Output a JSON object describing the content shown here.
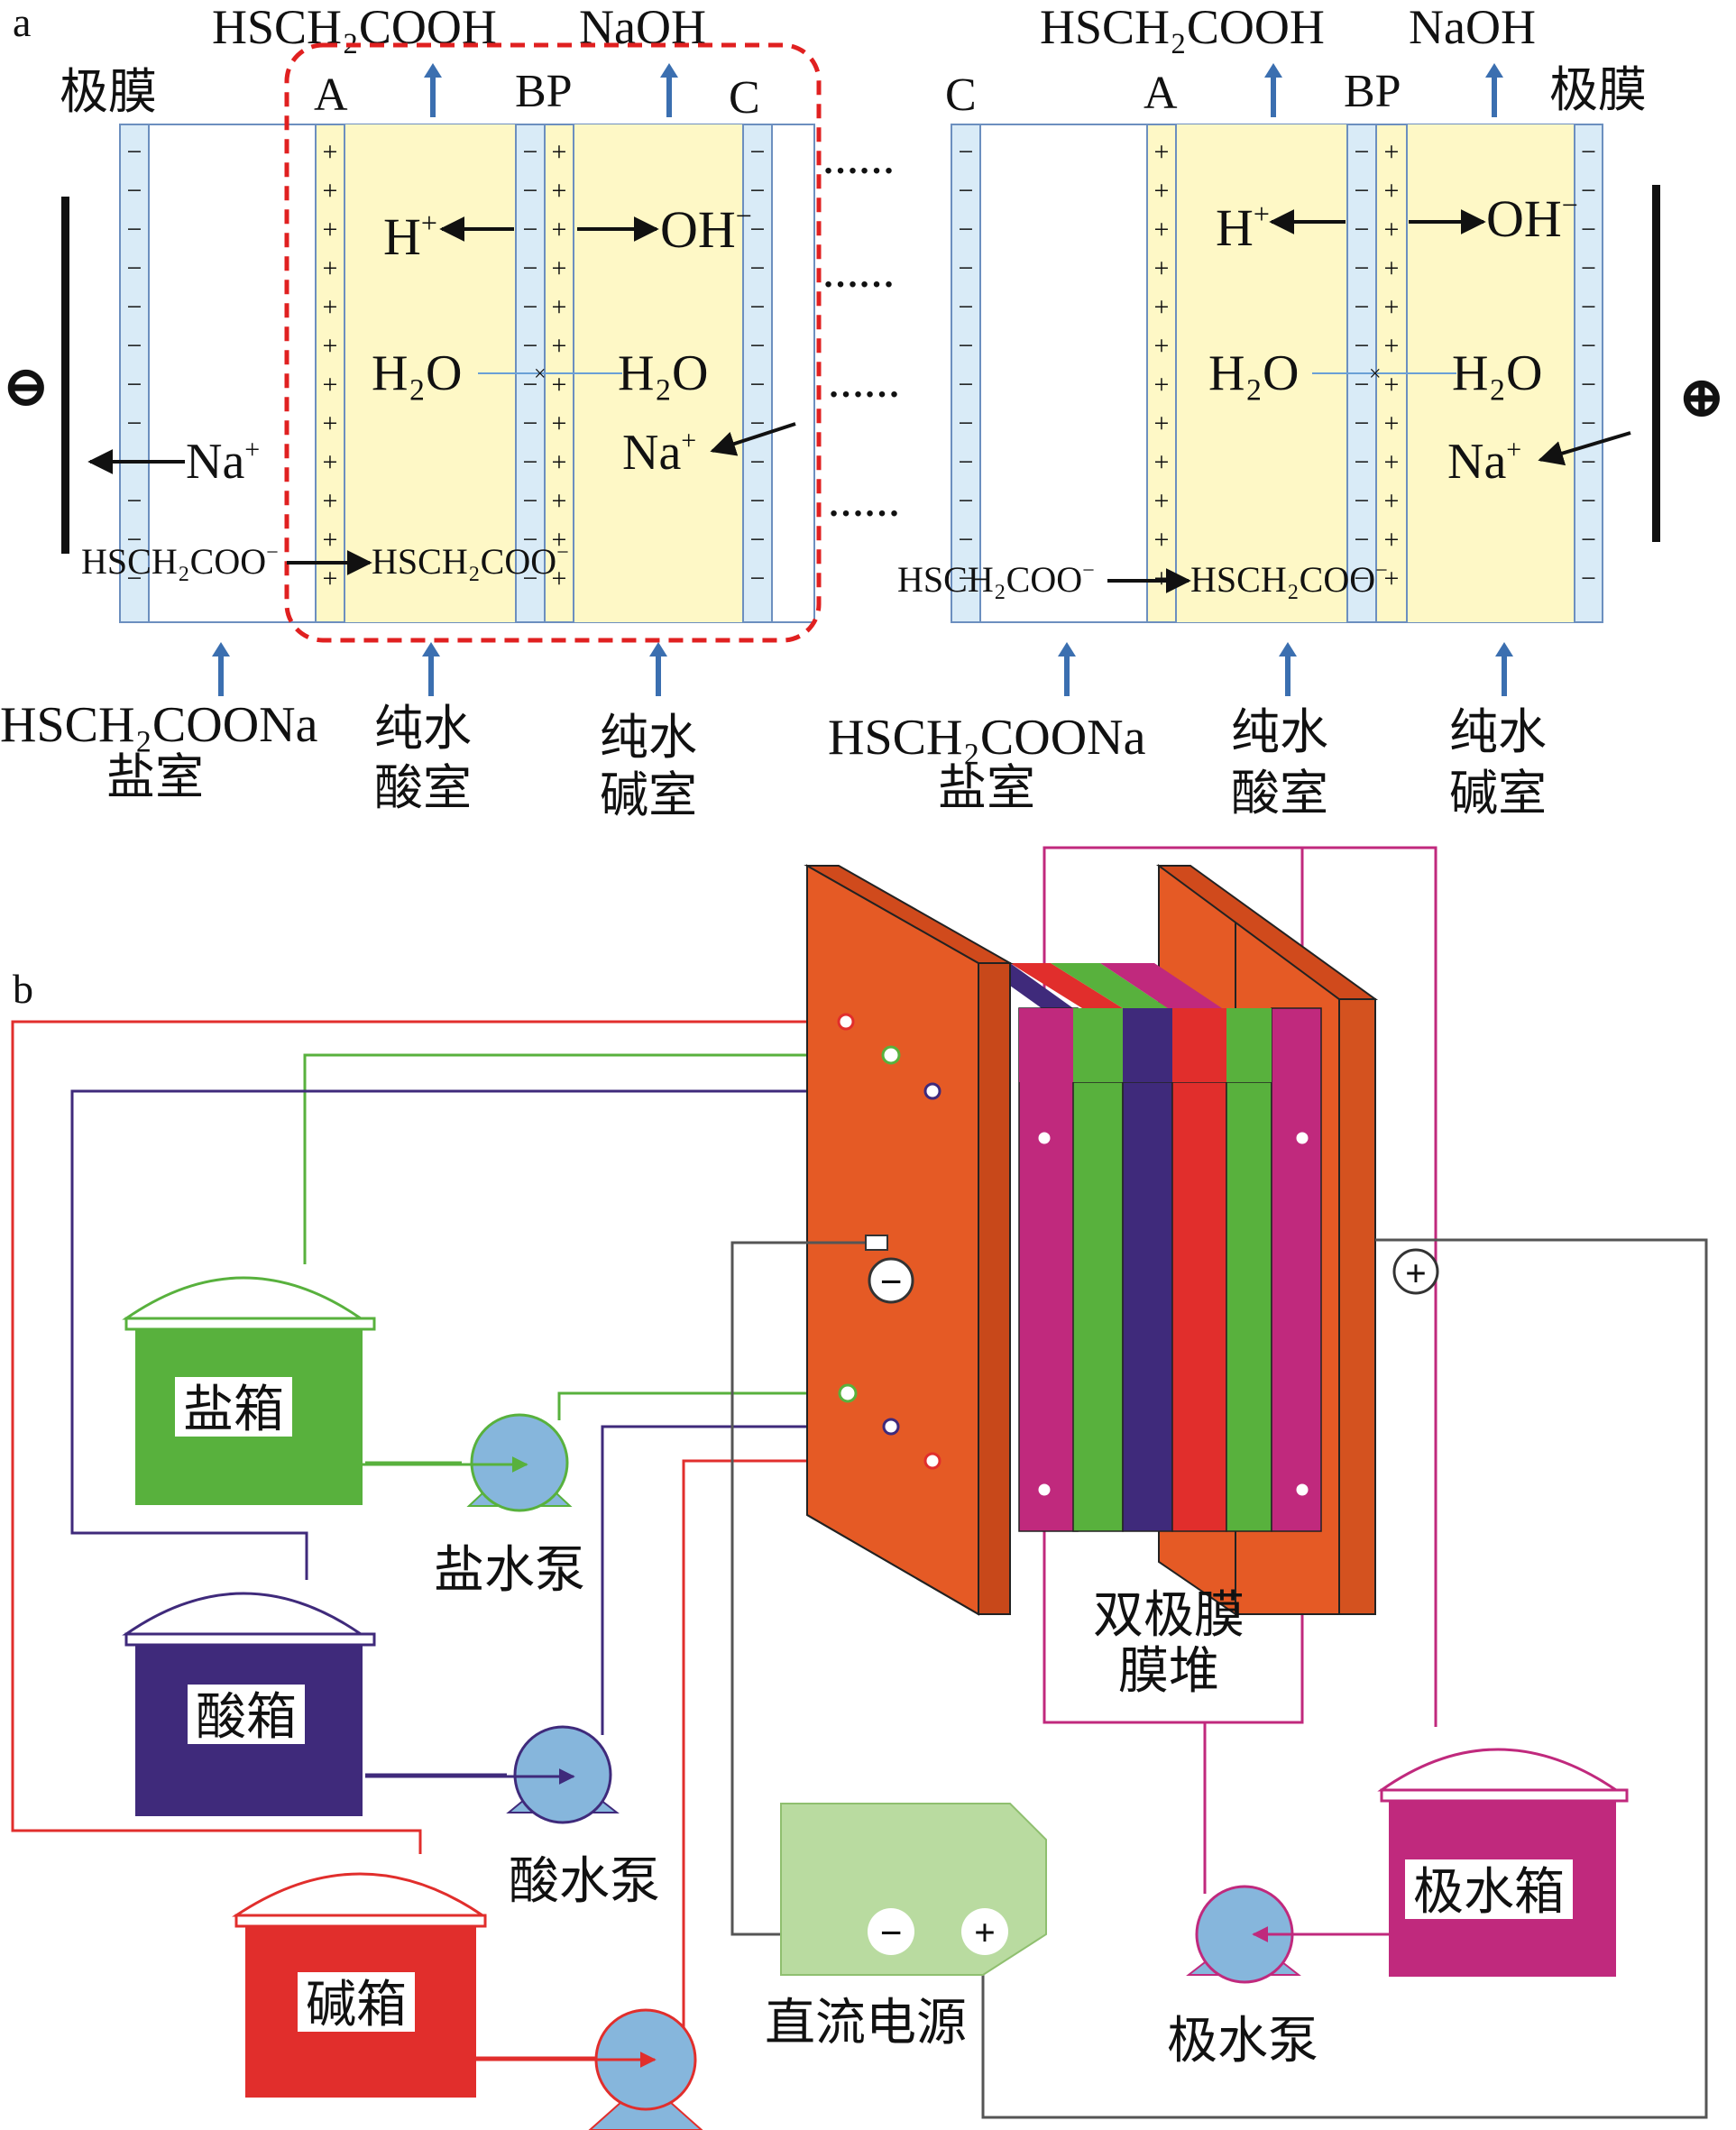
{
  "panel_a": {
    "label": "a",
    "top_left": {
      "product_acid": "HSCH₂COOH",
      "product_base": "NaOH"
    },
    "top_right": {
      "product_acid": "HSCH₂COOH",
      "product_base": "NaOH"
    },
    "electrode_membrane_left": "极膜",
    "electrode_membrane_right": "极膜",
    "membrane_labels": {
      "anion": "A",
      "bipolar": "BP",
      "cation": "C"
    },
    "ions": {
      "h": "H",
      "oh": "OH",
      "water": "H₂O",
      "na": "Na",
      "acetate": "HSCH₂COO"
    },
    "sign_plus": "+",
    "sign_minus": "−",
    "ellipsis": "……",
    "cathode_symbol": "⊖",
    "anode_symbol": "⊕",
    "bottom": {
      "salt_formula": "HSCH₂COONa",
      "salt_room": "盐室",
      "acid_water": "纯水",
      "acid_room": "酸室",
      "base_water": "纯水",
      "base_room": "碱室"
    }
  },
  "panel_b": {
    "label": "b",
    "tanks": {
      "salt": "盐箱",
      "acid": "酸箱",
      "base": "碱箱",
      "electrode": "极水箱"
    },
    "pumps": {
      "salt": "盐水泵",
      "acid": "酸水泵",
      "electrode": "极水泵"
    },
    "stack_label_line1": "双极膜",
    "stack_label_line2": "膜堆",
    "power_label": "直流电源",
    "minus": "−",
    "plus": "+",
    "colors": {
      "salt": "#58b13d",
      "acid": "#3f2a7b",
      "base": "#e12e2c",
      "electrode": "#c0297d",
      "plate": "#e55a25",
      "pump": "#86b6dc",
      "power": "#b9dba0",
      "membrane_a": "#fef8c6",
      "membrane_c": "#d9ebf7"
    }
  }
}
